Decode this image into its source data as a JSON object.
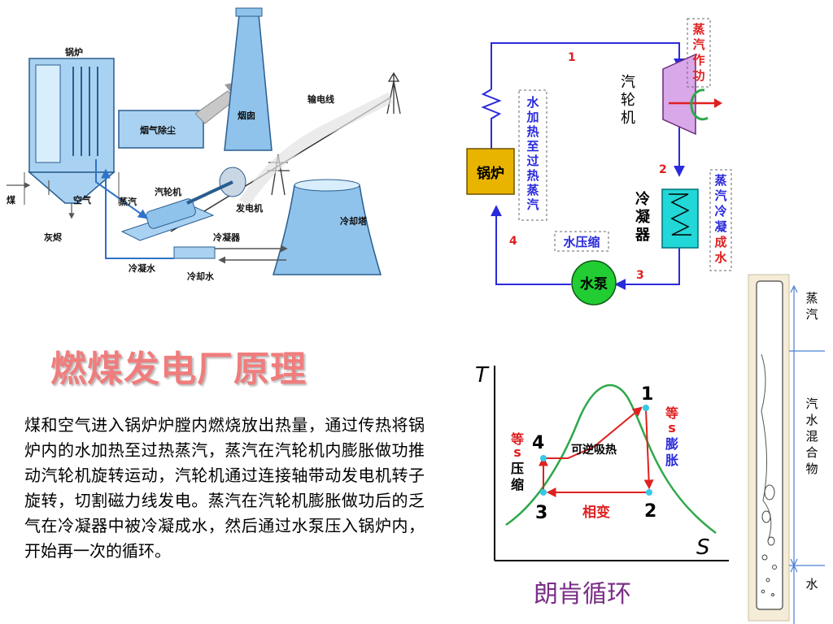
{
  "title": "燃煤发电厂原理",
  "description": "煤和空气进入锅炉炉膛内燃烧放出热量，通过传热将锅炉内的水加热至过热蒸汽，蒸汽在汽轮机内膨胀做功推动汽轮机旋转运动，汽轮机通过连接轴带动发电机转子旋转，切割磁力线发电。蒸汽在汽轮机膨胀做功后的乏气在冷凝器中被冷凝成水，然后通过水泵压入锅炉内，开始再一次的循环。",
  "caption": "朗肯循环",
  "plant": {
    "boiler": "锅炉",
    "flue_dust": "烟气除尘",
    "chimney": "烟囱",
    "power_line": "输电线",
    "coal": "煤",
    "air": "空气",
    "steam": "蒸汽",
    "turbine": "汽轮机",
    "generator": "发电机",
    "cooling_tower": "冷却塔",
    "ash": "灰烬",
    "condenser": "冷凝器",
    "condensate": "冷凝水",
    "cooling_water": "冷却水"
  },
  "cycle": {
    "boiler": "锅炉",
    "turbine": [
      "汽",
      "轮",
      "机"
    ],
    "condenser": [
      "冷",
      "凝",
      "器"
    ],
    "pump": "水泵",
    "water_heating": [
      "水",
      "加",
      "热",
      "至",
      "过",
      "热",
      "蒸",
      "汽"
    ],
    "steam_work": [
      "蒸",
      "汽",
      "作",
      "功"
    ],
    "steam_condense": [
      "蒸",
      "汽",
      "冷",
      "凝",
      "成",
      "水"
    ],
    "water_compress": "水压缩",
    "n1": "1",
    "n2": "2",
    "n3": "3",
    "n4": "4"
  },
  "ts": {
    "t_axis": "T",
    "s_axis": "S",
    "p1": "1",
    "p2": "2",
    "p3": "3",
    "p4": "4",
    "reversible_heat": "可逆吸热",
    "phase_change": "相变",
    "isentropic_exp": [
      "等",
      "s",
      "膨",
      "胀"
    ],
    "isentropic_comp": [
      "等",
      "s",
      "压",
      "缩"
    ]
  },
  "tube": {
    "steam": [
      "蒸",
      "汽"
    ],
    "mixture": [
      "汽",
      "水",
      "混",
      "合",
      "物"
    ],
    "water": "水"
  },
  "colors": {
    "cycle_line": "#2a2adc",
    "red": "#e02020",
    "boiler_fill": "#e8b400",
    "condenser_fill": "#22d7d7",
    "pump_fill": "#22cc33",
    "saturation_curve": "#2ea84a",
    "plant_blue": "#9ecbee",
    "title": "#f07d7d"
  }
}
